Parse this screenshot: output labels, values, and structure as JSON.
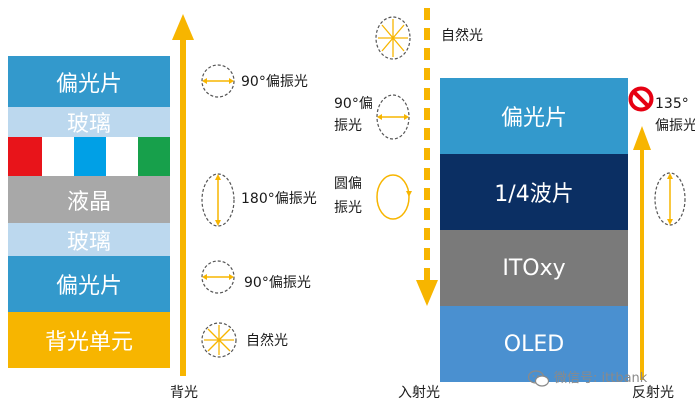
{
  "colors": {
    "polarizer": "#3399cc",
    "glass": "#bcd8ee",
    "liquid_crystal": "#a8a8a8",
    "backlight": "#f7b500",
    "arrow": "#f7b500",
    "quarter_wave": "#0b2f63",
    "itoxy": "#7a7a7a",
    "oled": "#4a90d0",
    "red": "#e8141a",
    "green": "#17a04b",
    "cyan": "#00a0e6",
    "prohibit": "#e60012"
  },
  "lcd": {
    "layers": [
      {
        "name": "polarizer-top",
        "label": "偏光片"
      },
      {
        "name": "glass-top",
        "label": "玻璃"
      },
      {
        "name": "color-filter",
        "label": ""
      },
      {
        "name": "liquid-crystal",
        "label": "液晶"
      },
      {
        "name": "glass-bottom",
        "label": "玻璃"
      },
      {
        "name": "polarizer-bottom",
        "label": "偏光片"
      },
      {
        "name": "backlight-unit",
        "label": "背光单元"
      }
    ],
    "light_labels": {
      "pol90_top": "90°偏振光",
      "pol180": "180°偏振光",
      "pol90_bottom": "90°偏振光",
      "natural": "自然光"
    },
    "axis_label": "背光"
  },
  "oled": {
    "layers": [
      {
        "name": "polarizer",
        "label": "偏光片"
      },
      {
        "name": "quarter-wave-plate",
        "label": "1/4波片"
      },
      {
        "name": "itoxy",
        "label": "ITOxy"
      },
      {
        "name": "oled",
        "label": "OLED"
      }
    ],
    "incident": {
      "natural": "自然光",
      "pol90_line1": "90°偏",
      "pol90_line2": "振光",
      "circular_line1": "圆偏",
      "circular_line2": "振光",
      "axis_label": "入射光"
    },
    "reflected": {
      "pol135_line1": "135°",
      "pol135_line2": "偏振光",
      "axis_label": "反射光"
    }
  },
  "watermark": "微信号: ittbank",
  "icons": {
    "watermark": "wechat-icon",
    "blocked": "prohibit-icon"
  }
}
